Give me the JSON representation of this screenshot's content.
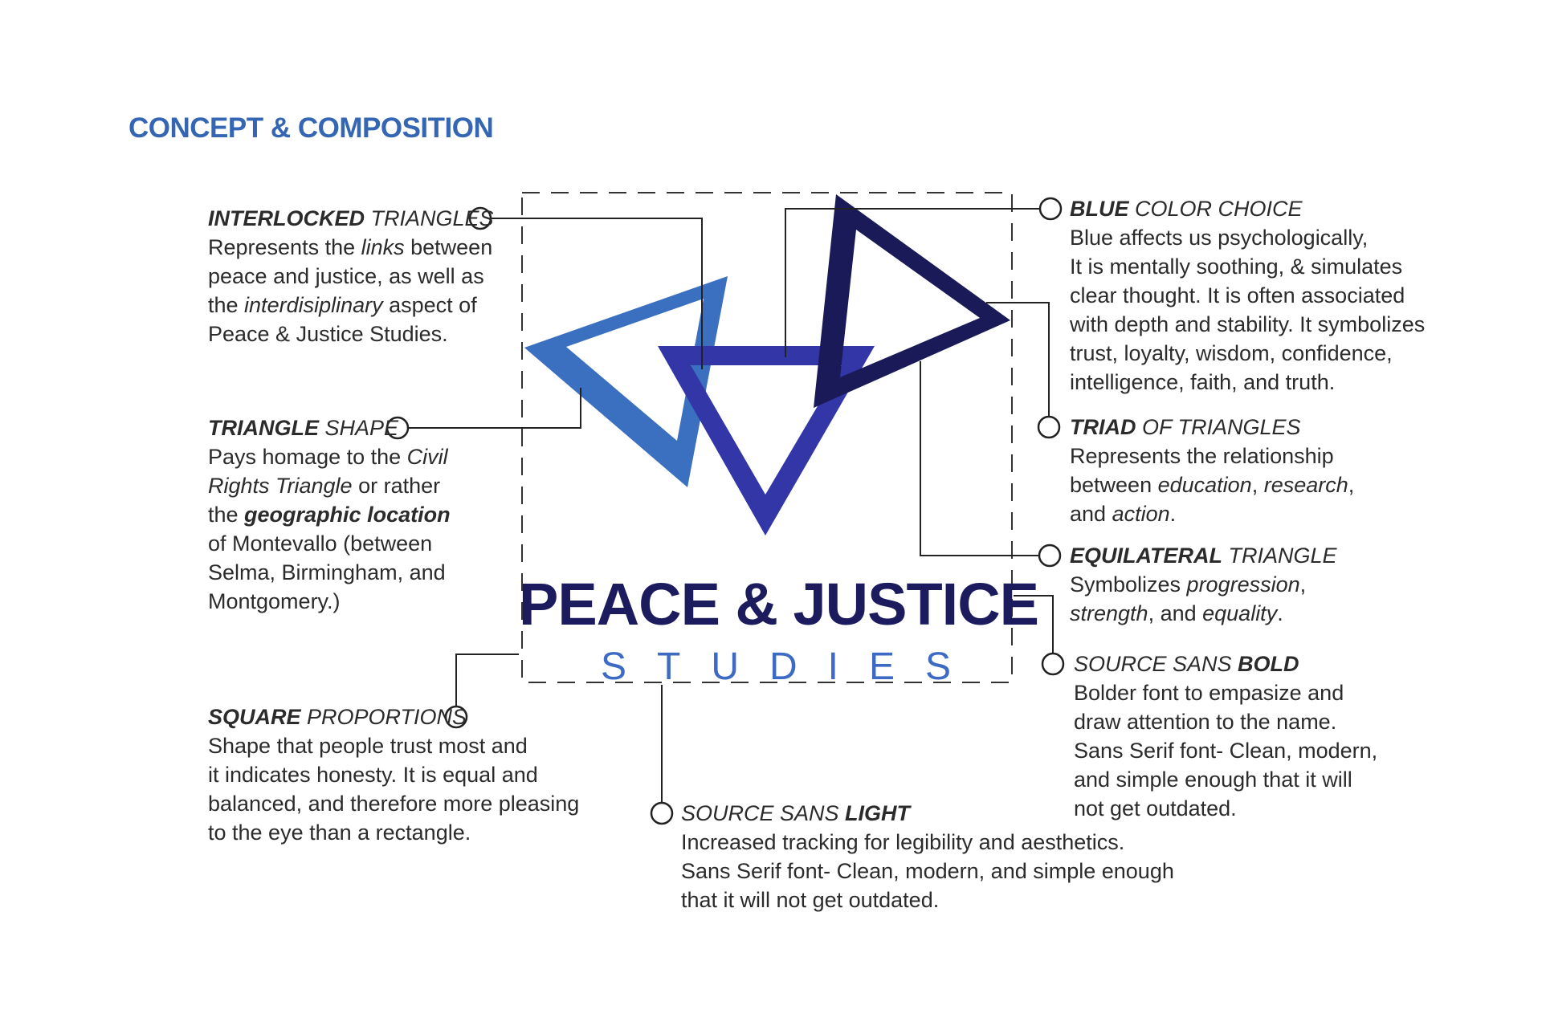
{
  "title": "CONCEPT & COMPOSITION",
  "colors": {
    "title": "#3466b4",
    "triangle_light": "#3b6fc0",
    "triangle_mid": "#3236a6",
    "triangle_dark": "#191a57",
    "logo_name": "#1b1b5e",
    "logo_sub": "#3d6ac4"
  },
  "logo": {
    "name": "PEACE & JUSTICE",
    "sub": "STUDIES"
  },
  "notes": {
    "interlocked": {
      "head_bold": "INTERLOCKED",
      "head_rest": " TRIANGLES",
      "lines": [
        [
          "Represents the ",
          "links",
          " between"
        ],
        [
          "peace and justice, as well as"
        ],
        [
          "the ",
          "interdisiplinary",
          " aspect of"
        ],
        [
          "Peace & Justice Studies."
        ]
      ]
    },
    "triangle_shape": {
      "head_bold": "TRIANGLE",
      "head_rest": " SHAPE",
      "lines": [
        [
          "Pays homage to the ",
          "Civil"
        ],
        [
          "Rights Triangle",
          " or rather"
        ],
        [
          "the ",
          "geographic location"
        ],
        [
          "of Montevallo (between"
        ],
        [
          "Selma, Birmingham, and"
        ],
        [
          "Montgomery.)"
        ]
      ]
    },
    "square": {
      "head_bold": "SQUARE",
      "head_rest": " PROPORTIONS",
      "lines": [
        [
          " Shape that people trust most and"
        ],
        [
          "it indicates honesty. It is equal and"
        ],
        [
          "balanced, and therefore more pleasing"
        ],
        [
          " to the eye than a rectangle."
        ]
      ]
    },
    "blue": {
      "head_bold": "BLUE",
      "head_rest": " COLOR CHOICE",
      "lines": [
        [
          "Blue affects us psychologically,"
        ],
        [
          "It is mentally soothing, & simulates"
        ],
        [
          "clear thought. It is often associated"
        ],
        [
          "with depth and stability. It symbolizes"
        ],
        [
          "trust, loyalty, wisdom, confidence,"
        ],
        [
          "intelligence, faith, and truth."
        ]
      ]
    },
    "triad": {
      "head_bold": "TRIAD",
      "head_rest": " OF TRIANGLES",
      "lines": [
        [
          "Represents the relationship"
        ],
        [
          "between ",
          "education",
          ", ",
          "research",
          ","
        ],
        [
          "and ",
          "action",
          "."
        ]
      ]
    },
    "equilateral": {
      "head_bold": "EQUILATERAL",
      "head_rest": " TRIANGLE",
      "lines": [
        [
          "Symbolizes ",
          "progression",
          ","
        ],
        [
          "strength",
          ", and ",
          "equality",
          "."
        ]
      ]
    },
    "sans_bold": {
      "head_rest": "SOURCE SANS ",
      "head_bold": "BOLD",
      "lines": [
        [
          "Bolder font to empasize and"
        ],
        [
          "draw attention to the name."
        ],
        [
          "Sans Serif font- Clean, modern,"
        ],
        [
          "and simple enough that it will"
        ],
        [
          "not get outdated."
        ]
      ]
    },
    "sans_light": {
      "head_rest": "SOURCE SANS ",
      "head_bold": "LIGHT",
      "lines": [
        [
          "Increased tracking for legibility and aesthetics."
        ],
        [
          "Sans Serif font- Clean, modern, and simple enough"
        ],
        [
          "that it will not get outdated."
        ]
      ]
    }
  }
}
